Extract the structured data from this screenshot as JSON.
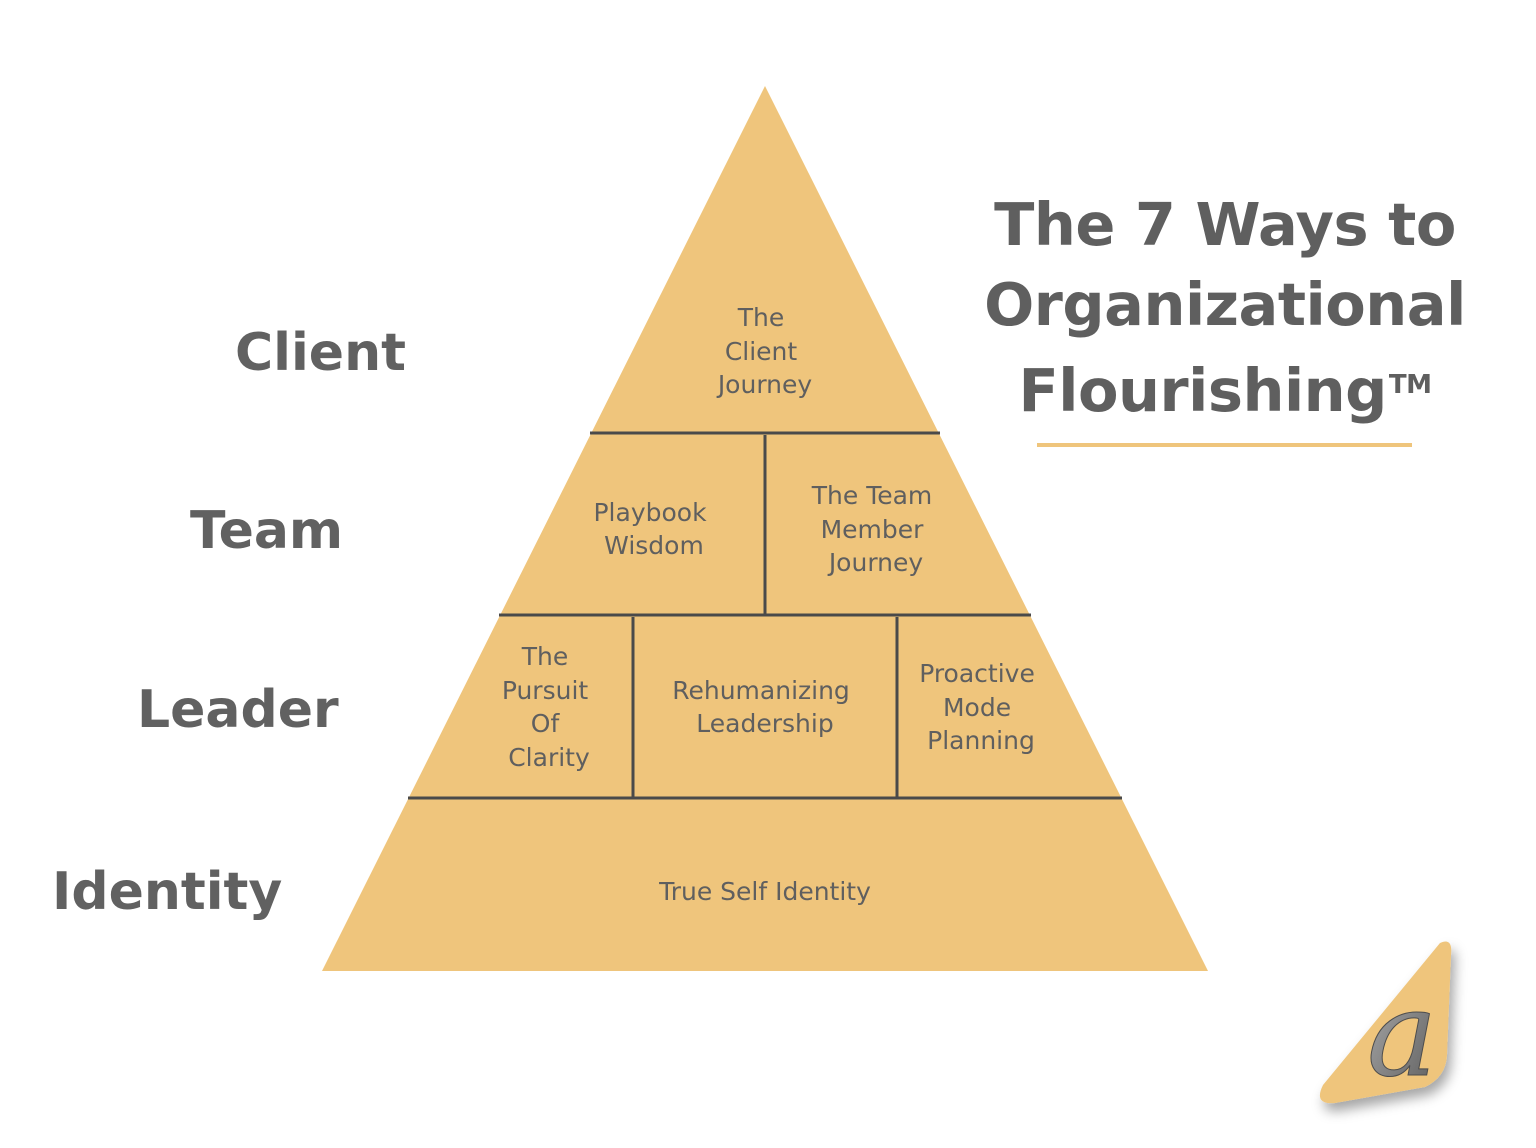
{
  "title": {
    "line1": "The 7 Ways to",
    "line2": "Organizational",
    "line3": "Flourishing",
    "trademark": "TM"
  },
  "levels": {
    "client": "Client",
    "team": "Team",
    "leader": "Leader",
    "identity": "Identity"
  },
  "pyramid": {
    "client_journey": [
      "The",
      "Client",
      "Journey"
    ],
    "playbook_wisdom": [
      "Playbook",
      "Wisdom"
    ],
    "team_member_journey": [
      "The Team",
      "Member",
      "Journey"
    ],
    "pursuit_of_clarity": [
      "The",
      "Pursuit",
      "Of",
      "Clarity"
    ],
    "rehumanizing_leadership": [
      "Rehumanizing",
      "Leadership"
    ],
    "proactive_mode_planning": [
      "Proactive",
      "Mode",
      "Planning"
    ],
    "true_self_identity": [
      "True Self Identity"
    ]
  },
  "colors": {
    "fill": "#efc57c",
    "divider": "#4a4a4a",
    "text": "#5f5f5f",
    "logo_letter": "#7a7a7a"
  },
  "logo": {
    "icon": "a-letter-logo-icon"
  }
}
